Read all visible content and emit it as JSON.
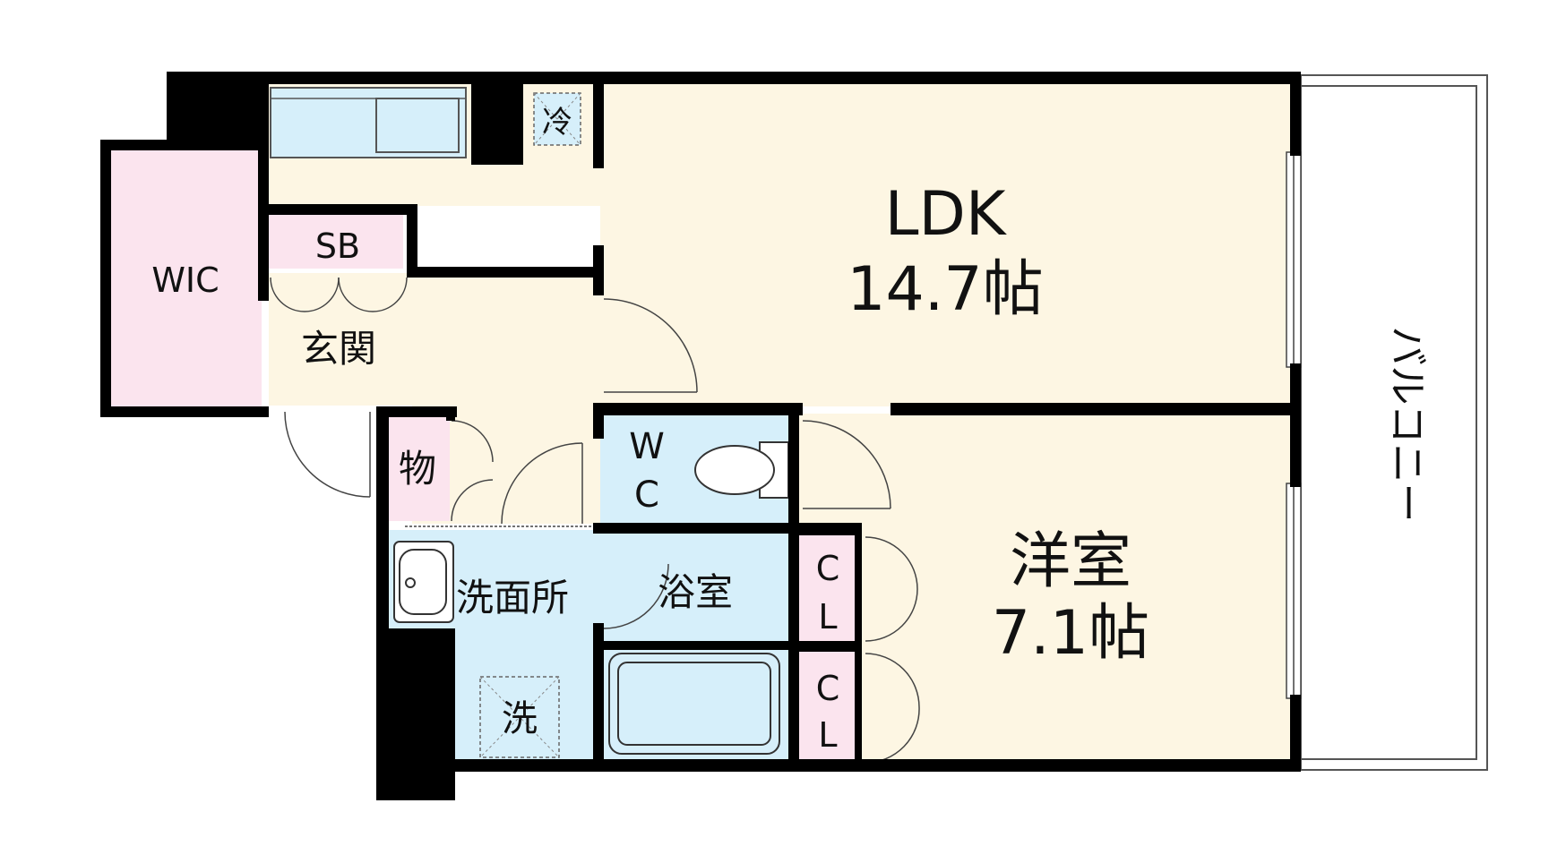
{
  "rooms": {
    "ldk": {
      "name": "LDK",
      "size": "14.7帖"
    },
    "western": {
      "name": "洋室",
      "size": "7.1帖"
    },
    "wic": {
      "name": "WIC"
    },
    "shoebox": {
      "name": "SB"
    },
    "entrance": {
      "name": "玄関"
    },
    "storage": {
      "name": "物"
    },
    "toilet": {
      "line1": "W",
      "line2": "C"
    },
    "washroom": {
      "name": "洗面所"
    },
    "bathroom": {
      "name": "浴室"
    },
    "closet_upper": {
      "line1": "C",
      "line2": "L"
    },
    "closet_lower": {
      "line1": "C",
      "line2": "L"
    },
    "balcony": {
      "name": "バルコニー"
    }
  },
  "fixtures": {
    "fridge": "冷",
    "washer": "洗"
  },
  "colors": {
    "wall": "#000000",
    "living_floor": "#fdf6e3",
    "wet_area": "#d6effa",
    "storage_area": "#fbe4ee",
    "outline": "#444444"
  }
}
